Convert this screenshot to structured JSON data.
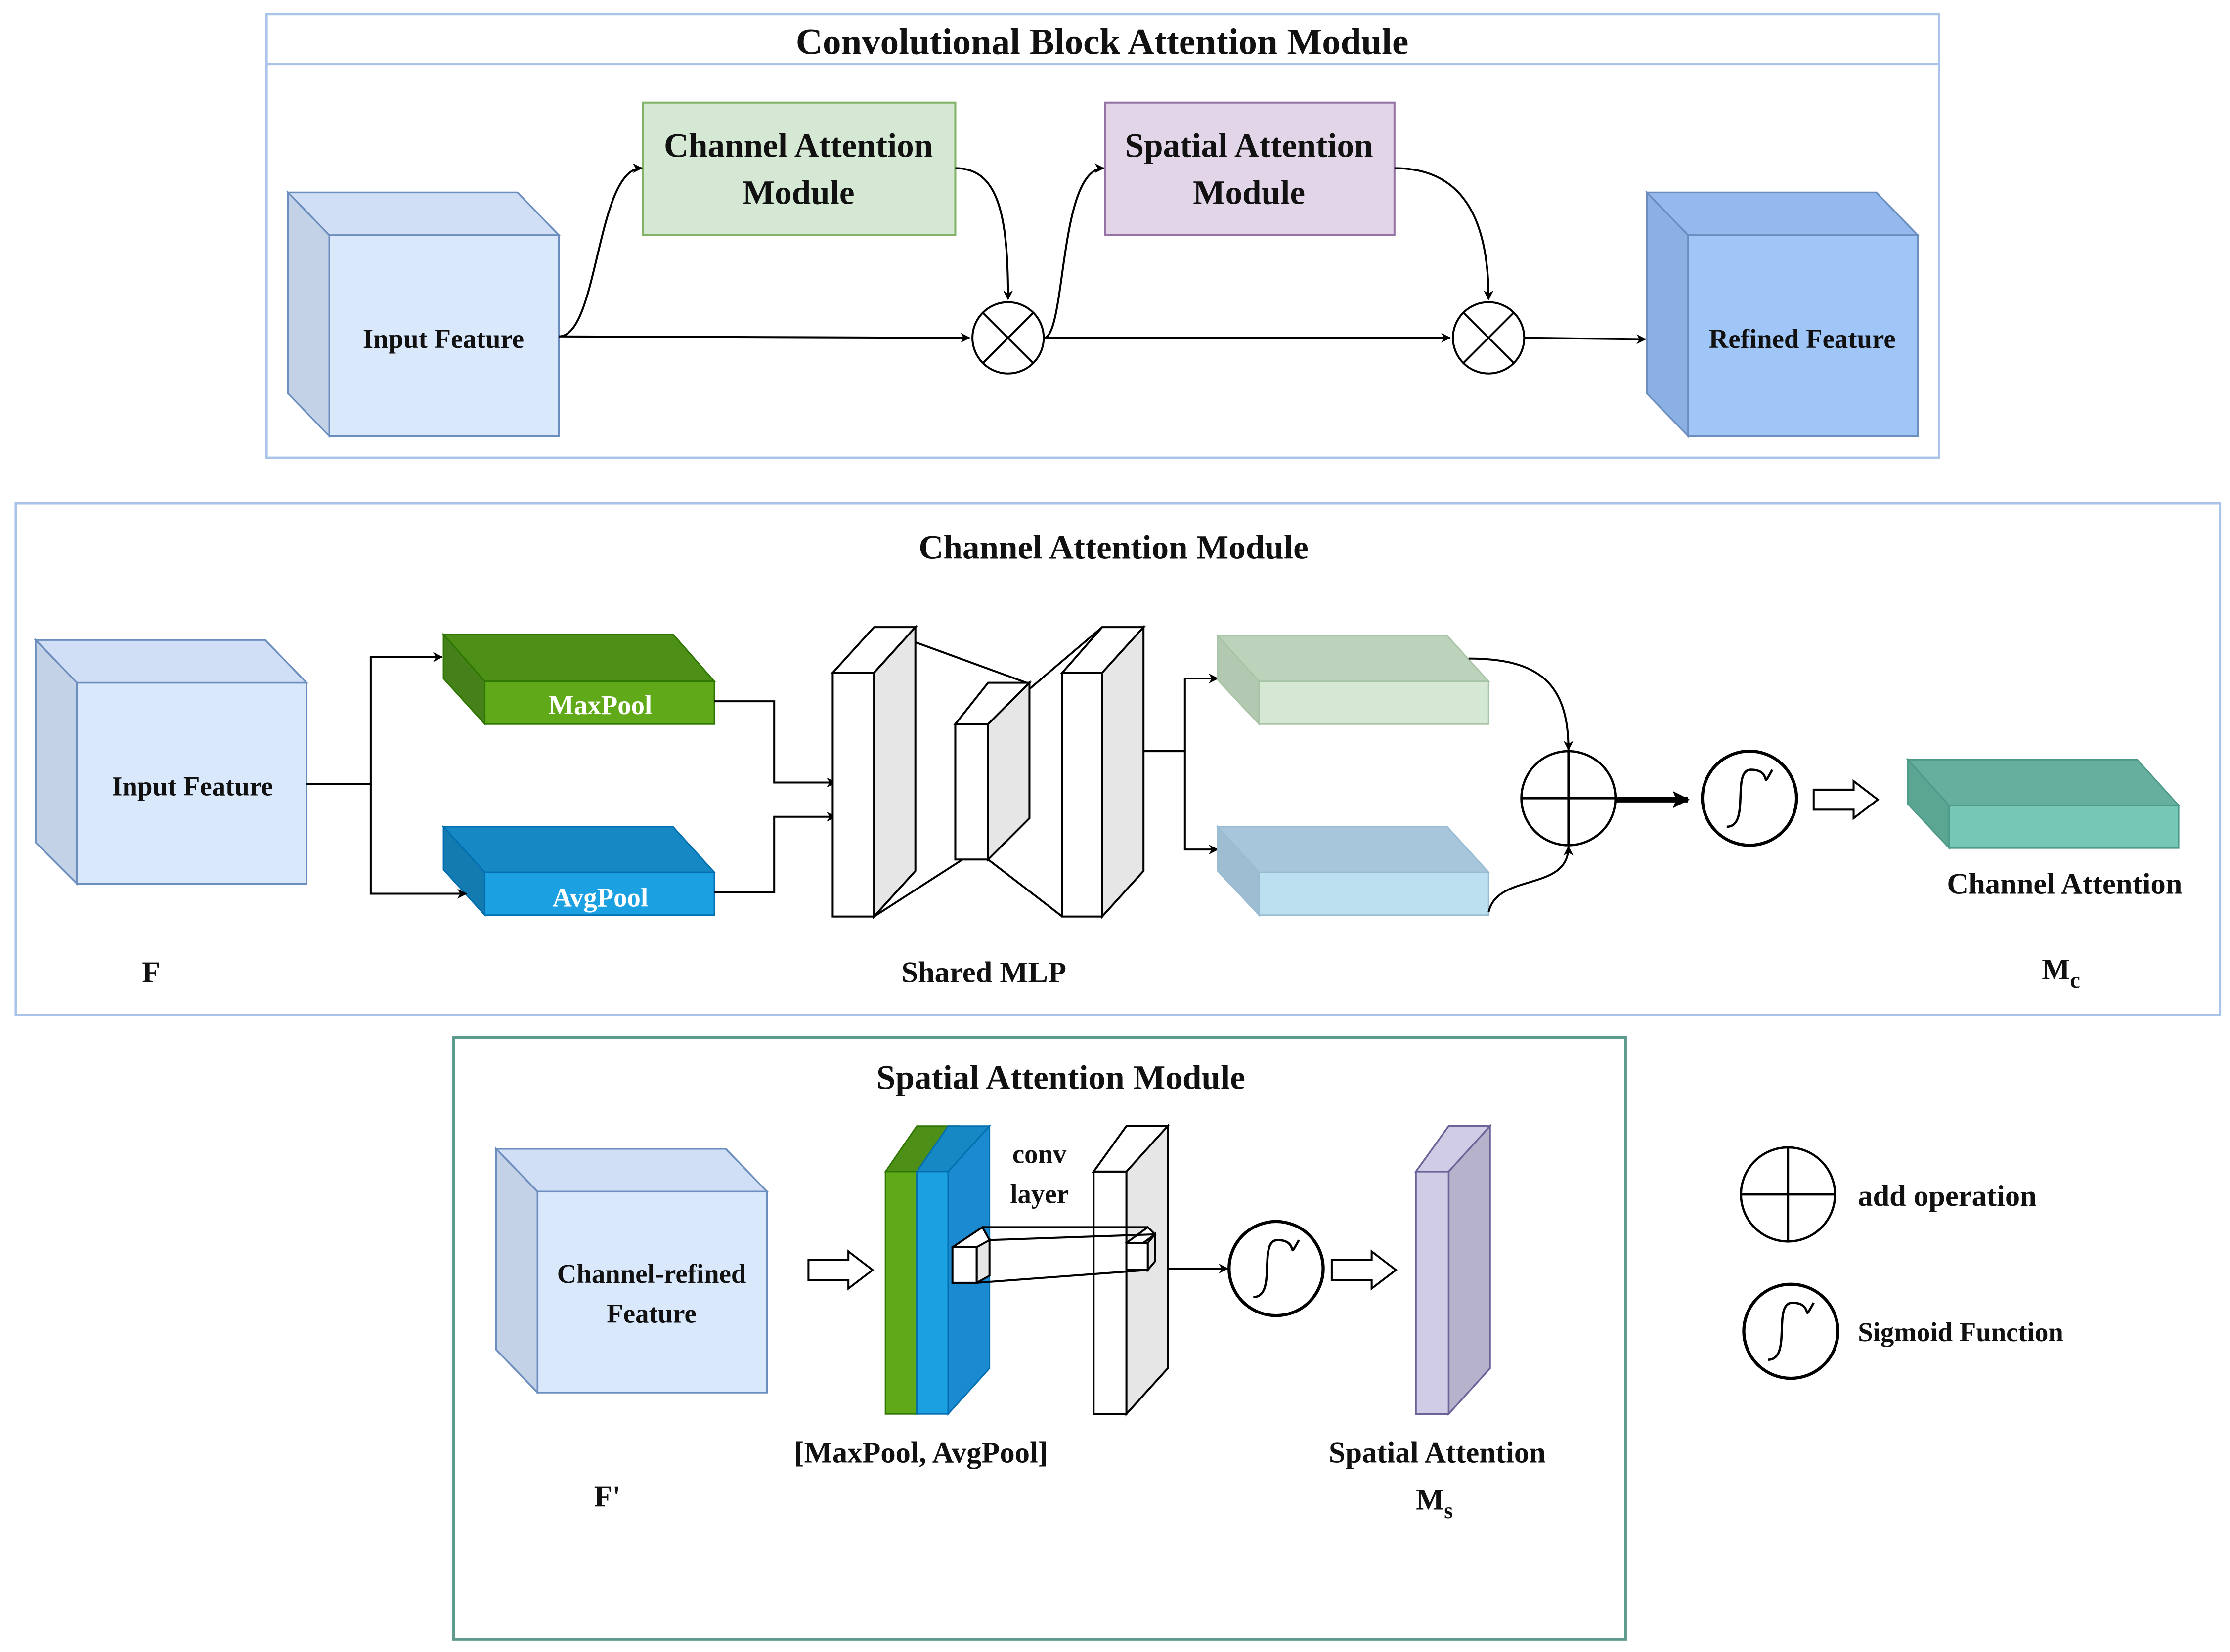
{
  "cbam": {
    "title": "Convolutional Block Attention Module",
    "input_label": "Input Feature",
    "channel_module": [
      "Channel Attention",
      "Module"
    ],
    "spatial_module": [
      "Spatial Attention",
      "Module"
    ],
    "output_label": "Refined Feature"
  },
  "channel": {
    "title": "Channel Attention Module",
    "input_label": "Input Feature",
    "maxpool_label": "MaxPool",
    "avgpool_label": "AvgPool",
    "mlp_label": "Shared MLP",
    "output_label": "Channel Attention",
    "f_symbol": "F",
    "mc_main": "M",
    "mc_sub": "c"
  },
  "spatial": {
    "title": "Spatial Attention Module",
    "input_label": [
      "Channel-refined",
      "Feature"
    ],
    "conv_label": [
      "conv",
      "layer"
    ],
    "pool_label": "[MaxPool, AvgPool]",
    "output_label": "Spatial Attention",
    "f_symbol": "F'",
    "ms_main": "M",
    "ms_sub": "s"
  },
  "legend": {
    "add_label": "add operation",
    "sigmoid_label": "Sigmoid Function"
  },
  "colors": {
    "frame_blue": "#a9c4e8",
    "frame_teal": "#5e9b8e",
    "input_front": "#dae8fc",
    "input_top": "#d0dff5",
    "input_side": "#c4d2e8",
    "input_stroke": "#6c8ebf",
    "channel_box": "#d5e8d4",
    "channel_box_stroke": "#82b366",
    "spatial_box": "#e1d5e7",
    "spatial_box_stroke": "#9673a6",
    "refined_front": "#a0c6f8",
    "refined_top": "#95b9ee",
    "refined_side": "#8bb0e3",
    "maxpool_front": "#60a918",
    "maxpool_top": "#4e8f17",
    "avgpool_front": "#1ba1e2",
    "avgpool_top": "#1689c4",
    "mlp_face": "#ffffff",
    "mlp_side": "#e6e6e6",
    "green_out_front": "#d5e8d4",
    "green_out_top": "#bdd2bb",
    "blue_out_front": "#bde0f0",
    "blue_out_top": "#a8c6db",
    "teal_front": "#76c7b5",
    "teal_top": "#66ae9e",
    "purple_front": "#d0cce6",
    "purple_side": "#b7b2cc"
  }
}
